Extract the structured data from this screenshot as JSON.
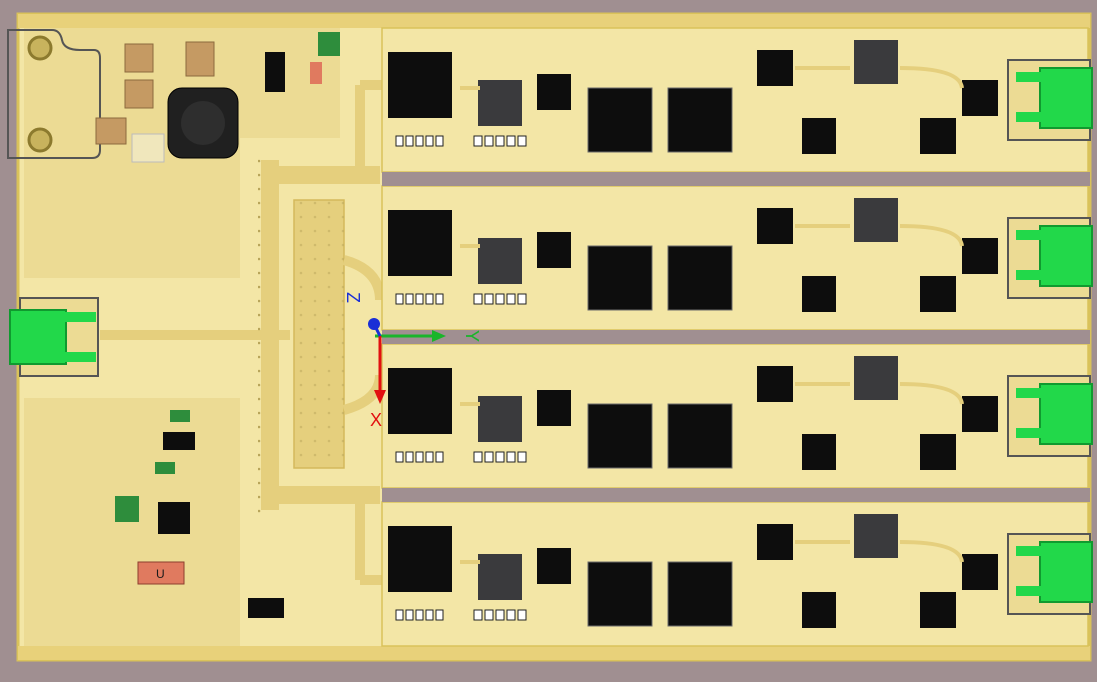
{
  "colors": {
    "background": "#a08f91",
    "board": "#f3e6a6",
    "board_edge": "#d9c25a",
    "copper_trace": "#e5cf7d",
    "ic_body": "#0d0d0d",
    "ic_gray": "#3a3a3d",
    "smd_cap": "#c59a63",
    "connector_green": "#22d84a",
    "axis_x": "#e21010",
    "axis_y": "#19b52a",
    "axis_z": "#1a2fd6"
  },
  "axes": {
    "x_label": "X",
    "y_label": "Y",
    "z_label": "Z"
  },
  "component_labels": {
    "diode_mark": "U"
  },
  "channels": [
    {
      "id": "channel-1"
    },
    {
      "id": "channel-2"
    },
    {
      "id": "channel-3"
    },
    {
      "id": "channel-4"
    }
  ]
}
